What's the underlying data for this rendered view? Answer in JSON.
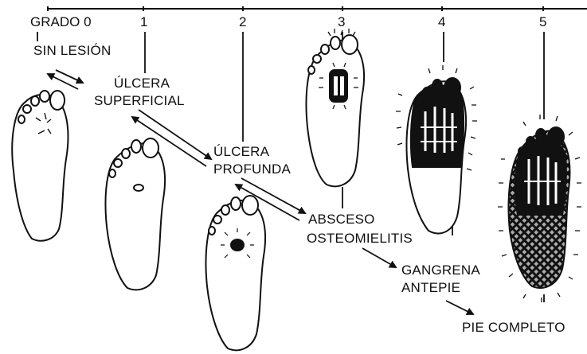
{
  "grades": [
    {
      "number": "0",
      "prefix": "GRADO",
      "label_lines": [
        "SIN LESIÓN"
      ]
    },
    {
      "number": "1",
      "label_lines": [
        "ÚLCERA",
        "SUPERFICIAL"
      ]
    },
    {
      "number": "2",
      "label_lines": [
        "ÚLCERA",
        "PROFUNDA"
      ]
    },
    {
      "number": "3",
      "label_lines": [
        "ABSCESO",
        "OSTEOMIELITIS"
      ]
    },
    {
      "number": "4",
      "label_lines": [
        "GANGRENA",
        "ANTEPIE"
      ]
    },
    {
      "number": "5",
      "label_lines": [
        "PIE COMPLETO"
      ]
    }
  ]
}
